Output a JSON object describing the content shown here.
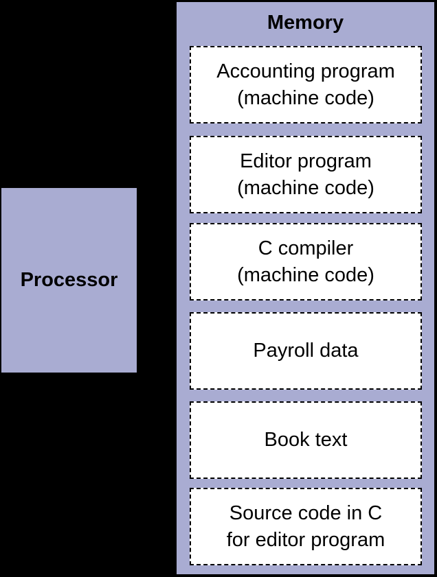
{
  "colors": {
    "background": "#000000",
    "box_fill": "#a9acd2",
    "block_fill": "#ffffff"
  },
  "processor": {
    "label": "Processor"
  },
  "memory": {
    "title": "Memory",
    "blocks": [
      {
        "line1": "Accounting program",
        "line2": "(machine code)"
      },
      {
        "line1": "Editor program",
        "line2": "(machine code)"
      },
      {
        "line1": "C compiler",
        "line2": "(machine code)"
      },
      {
        "line1": "Payroll data",
        "line2": ""
      },
      {
        "line1": "Book text",
        "line2": ""
      },
      {
        "line1": "Source code in C",
        "line2": "for editor program"
      }
    ]
  }
}
